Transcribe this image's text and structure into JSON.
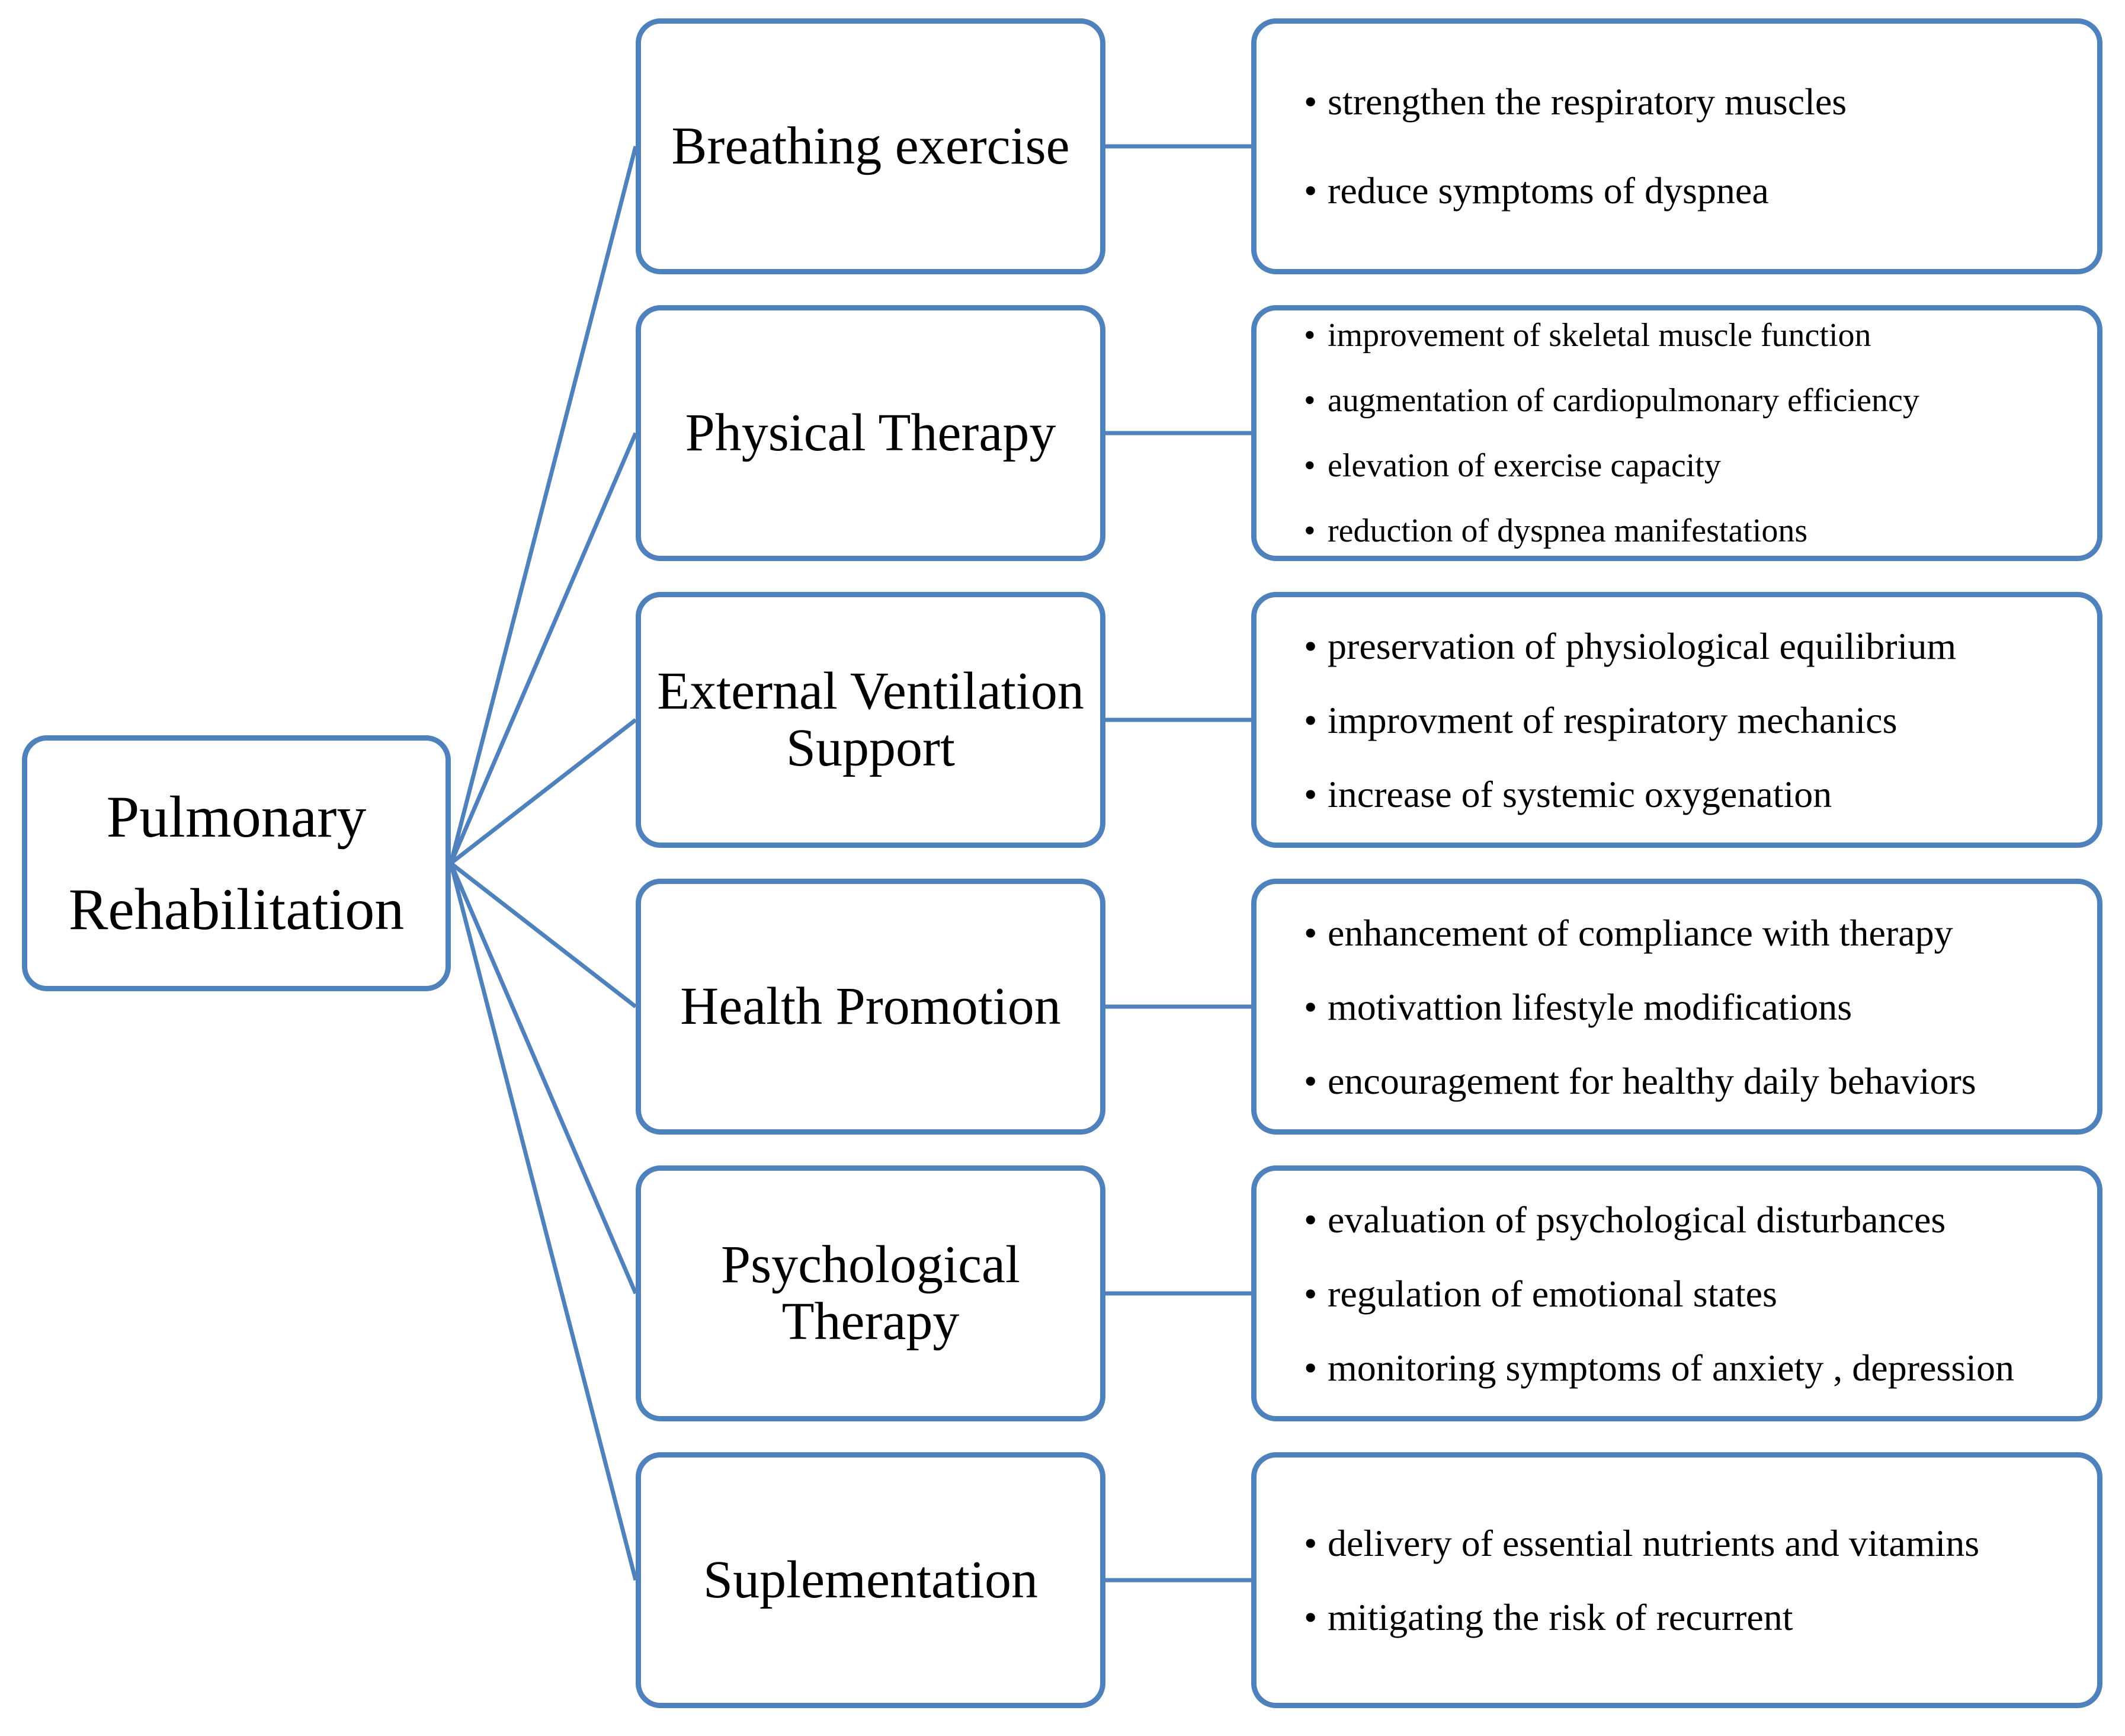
{
  "diagram": {
    "root": {
      "line1": "Pulmonary",
      "line2": "Rehabilitation"
    },
    "branches": [
      {
        "label": "Breathing exercise",
        "details": [
          "strengthen the respiratory muscles",
          "reduce symptoms of dyspnea"
        ]
      },
      {
        "label": "Physical Therapy",
        "details": [
          "improvement of skeletal muscle function",
          "augmentation of cardiopulmonary efficiency",
          "elevation of exercise capacity",
          "reduction of dyspnea manifestations"
        ]
      },
      {
        "label_line1": "External Ventilation",
        "label_line2": "Support",
        "details": [
          "preservation of physiological equilibrium",
          "improvment of respiratory mechanics",
          "increase of systemic oxygenation"
        ]
      },
      {
        "label": "Health Promotion",
        "details": [
          "enhancement of compliance with therapy",
          "motivattion lifestyle modifications",
          "encouragement for healthy daily behaviors"
        ]
      },
      {
        "label_line1": "Psychological",
        "label_line2": "Therapy",
        "details": [
          "evaluation of psychological disturbances",
          "regulation of emotional states",
          "monitoring symptoms of anxiety , depression"
        ]
      },
      {
        "label": "Suplementation",
        "details": [
          "delivery of essential nutrients and vitamins",
          "mitigating the risk of recurrent"
        ]
      }
    ],
    "colors": {
      "border": "#4f81bd",
      "connector": "#4f81bd",
      "background": "#ffffff",
      "text": "#000000"
    }
  }
}
